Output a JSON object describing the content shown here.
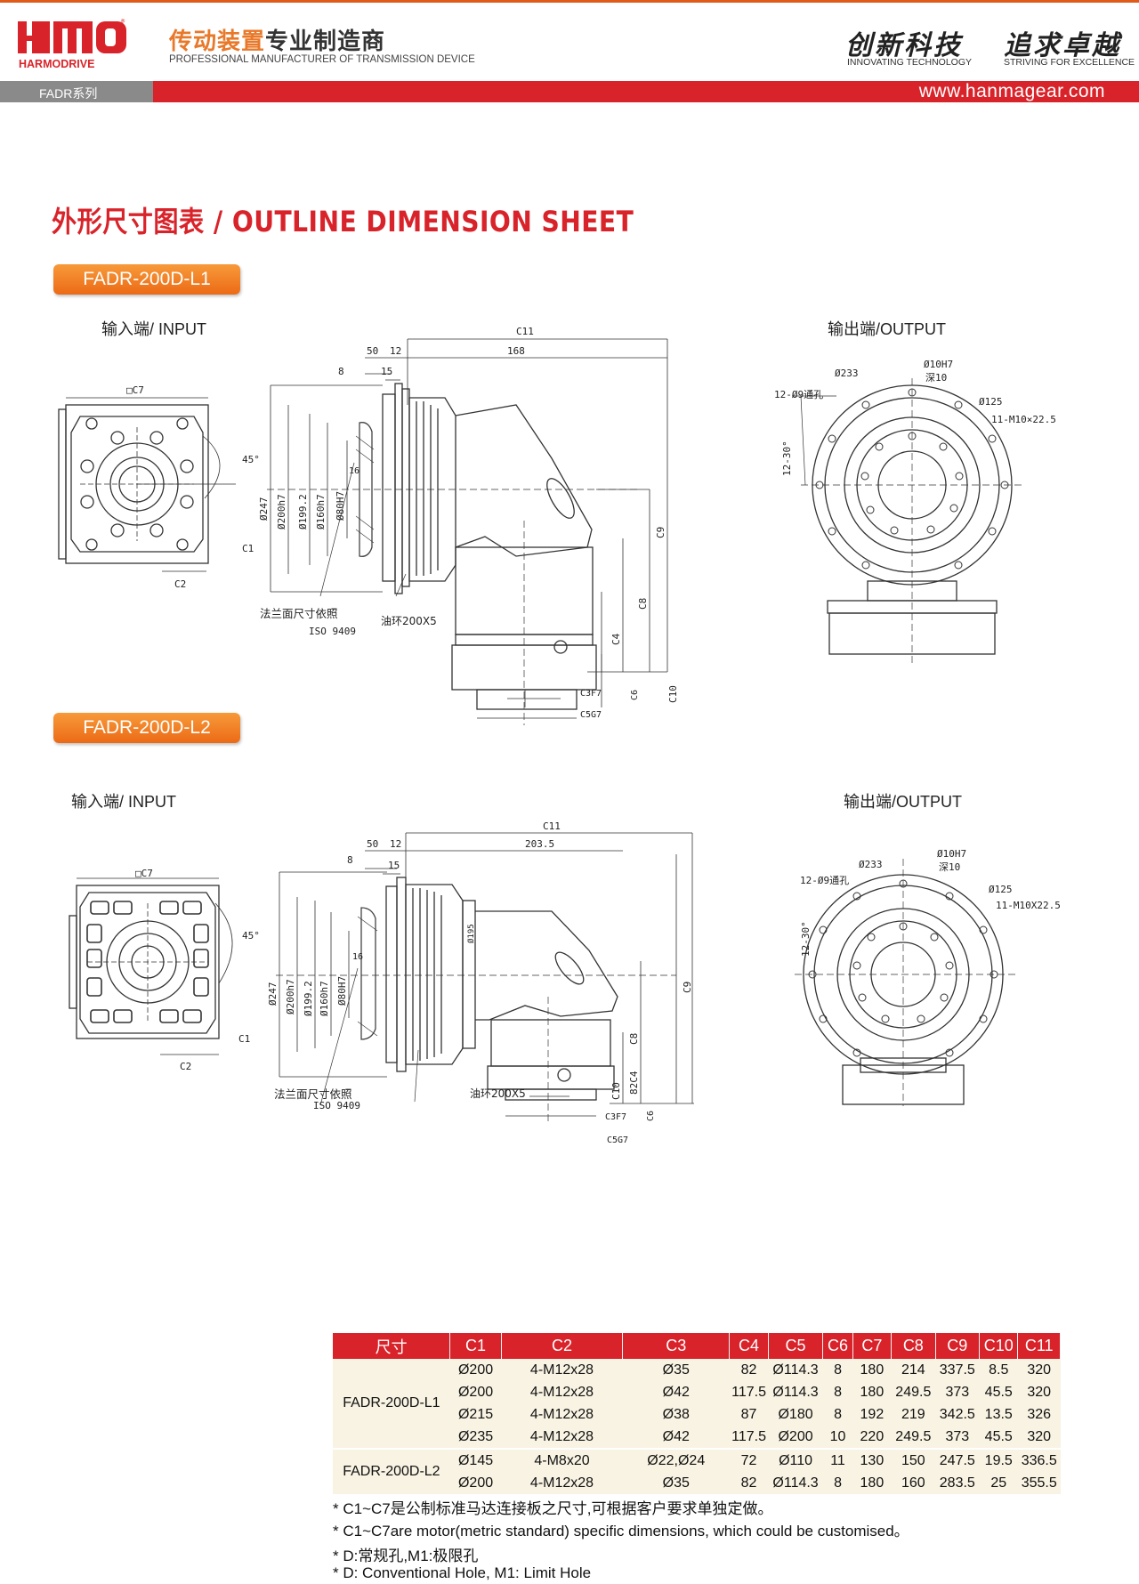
{
  "header": {
    "logo_text": "HMD",
    "logo_sub": "HARMODRIVE",
    "brand_cn_accent": "传动装置",
    "brand_cn_rest": "专业制造商",
    "brand_en": "PROFESSIONAL MANUFACTURER OF TRANSMISSION DEVICE",
    "slogan1": "创新科技",
    "slogan1_en": "INNOVATING TECHNOLOGY",
    "slogan2": "追求卓越",
    "slogan2_en": "STRIVING FOR EXCELLENCE",
    "series": "FADR系列",
    "website": "www.hanmagear.com"
  },
  "title": "外形尺寸图表 / OUTLINE DIMENSION SHEET",
  "sections": [
    {
      "model": "FADR-200D-L1",
      "input_label": "输入端/ INPUT",
      "output_label": "输出端/OUTPUT",
      "dims": {
        "c11": "C11",
        "d50": "50",
        "d12": "12",
        "d168": "168",
        "d8": "8",
        "d15": "15",
        "d247": "Ø247",
        "d200": "Ø200h7",
        "d199": "Ø199.2",
        "d160": "Ø160h7",
        "d80": "Ø80H7",
        "d16": "16",
        "c9": "C9",
        "c8": "C8",
        "c4": "C4",
        "c10": "C10",
        "c3f7": "C3F7",
        "c6": "C6",
        "c5g7": "C5G7",
        "c7": "□C7",
        "c1": "C1",
        "c2": "C2",
        "a45": "45°",
        "flange": "法兰面尺寸依照",
        "iso": "ISO 9409",
        "oil": "油环200X5",
        "o233": "Ø233",
        "o10": "Ø10H7",
        "deep": "深10",
        "holes12": "12-Ø9通孔",
        "o125": "Ø125",
        "m10": "11-M10×22.5",
        "a1230": "12-30°"
      }
    },
    {
      "model": "FADR-200D-L2",
      "input_label": "输入端/ INPUT",
      "output_label": "输出端/OUTPUT",
      "dims": {
        "c11": "C11",
        "d50": "50",
        "d12": "12",
        "d203": "203.5",
        "d8": "8",
        "d15": "15",
        "d247": "Ø247",
        "d200": "Ø200h7",
        "d199": "Ø199.2",
        "d160": "Ø160h7",
        "d80": "Ø80H7",
        "d16": "16",
        "d195": "Ø195",
        "c9": "C9",
        "c8": "C8",
        "c4": "82C4",
        "c10": "C10",
        "c3f7": "C3F7",
        "c6": "C6",
        "c5g7": "C5G7",
        "c7": "□C7",
        "c1": "C1",
        "c2": "C2",
        "a45": "45°",
        "flange": "法兰面尺寸依照",
        "iso": "ISO 9409",
        "oil": "油环200X5",
        "o233": "Ø233",
        "o10": "Ø10H7",
        "deep": "深10",
        "holes12": "12-Ø9通孔",
        "o125": "Ø125",
        "m10": "11-M10X22.5",
        "a1230": "12-30°"
      }
    }
  ],
  "table": {
    "headers": [
      "尺寸",
      "C1",
      "C2",
      "C3",
      "C4",
      "C5",
      "C6",
      "C7",
      "C8",
      "C9",
      "C10",
      "C11"
    ],
    "groups": [
      {
        "model": "FADR-200D-L1",
        "rows": [
          [
            "Ø200",
            "4-M12x28",
            "Ø35",
            "82",
            "Ø114.3",
            "8",
            "180",
            "214",
            "337.5",
            "8.5",
            "320"
          ],
          [
            "Ø200",
            "4-M12x28",
            "Ø42",
            "117.5",
            "Ø114.3",
            "8",
            "180",
            "249.5",
            "373",
            "45.5",
            "320"
          ],
          [
            "Ø215",
            "4-M12x28",
            "Ø38",
            "87",
            "Ø180",
            "8",
            "192",
            "219",
            "342.5",
            "13.5",
            "326"
          ],
          [
            "Ø235",
            "4-M12x28",
            "Ø42",
            "117.5",
            "Ø200",
            "10",
            "220",
            "249.5",
            "373",
            "45.5",
            "320"
          ]
        ]
      },
      {
        "model": "FADR-200D-L2",
        "rows": [
          [
            "Ø145",
            "4-M8x20",
            "Ø22,Ø24",
            "72",
            "Ø110",
            "11",
            "130",
            "150",
            "247.5",
            "19.5",
            "336.5"
          ],
          [
            "Ø200",
            "4-M12x28",
            "Ø35",
            "82",
            "Ø114.3",
            "8",
            "180",
            "160",
            "283.5",
            "25",
            "355.5"
          ]
        ]
      }
    ]
  },
  "notes": [
    "* C1~C7是公制标准马达连接板之尺寸,可根据客户要求单独定做。",
    "* C1~C7are motor(metric standard)  specific dimensions, which could be customised。",
    "* D:常规孔,M1:极限孔",
    "* D: Conventional Hole, M1: Limit Hole"
  ],
  "colors": {
    "accent_red": "#d9232a",
    "accent_orange": "#ec6a16",
    "bar_gray": "#8a8a8a",
    "table_bg": "#f9f3e3"
  }
}
